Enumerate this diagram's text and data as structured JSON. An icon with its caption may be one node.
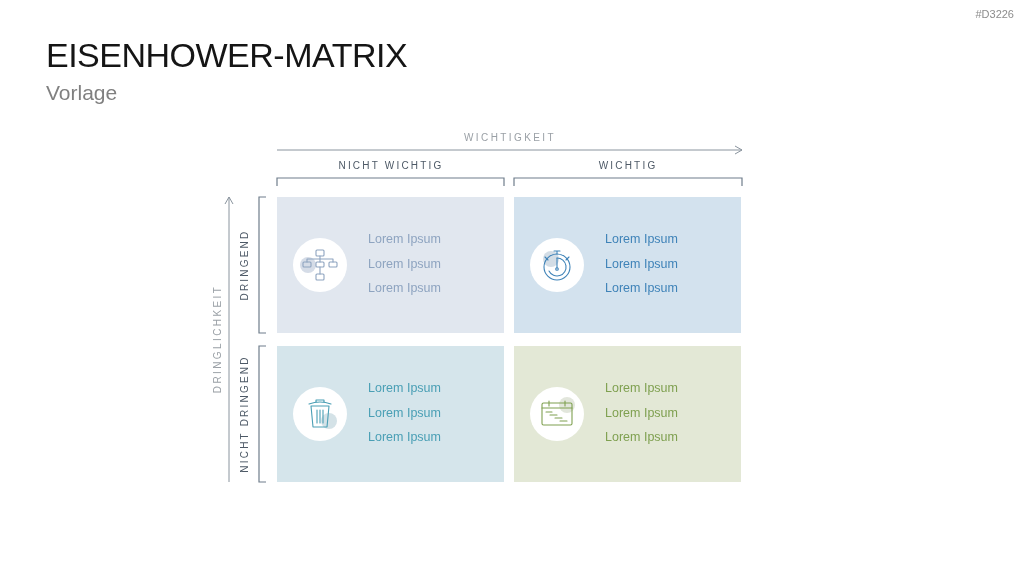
{
  "diagram": {
    "title": "EISENHOWER-MATRIX",
    "nodes": [
      {
        "text": [
          "Lorem Ipsum",
          "Lorem Ipsum",
          "Lorem Ipsum"
        ]
      },
      {
        "text": [
          "Lorem Ipsum",
          "Lorem Ipsum",
          "Lorem Ipsum"
        ]
      },
      {
        "text": [
          "Lorem Ipsum",
          "Lorem Ipsum",
          "Lorem Ipsum"
        ]
      },
      {
        "text": [
          "Lorem Ipsum",
          "Lorem Ipsum",
          "Lorem Ipsum"
        ]
      }
    ],
    "labels": [
      "#D3226",
      "Vorlage",
      "WICHTIGKEIT",
      "NICHT WICHTIG",
      "WICHTIG",
      "DRINGLICHKEIT",
      "DRINGEND",
      "NICHT DRINGEND"
    ]
  }
}
